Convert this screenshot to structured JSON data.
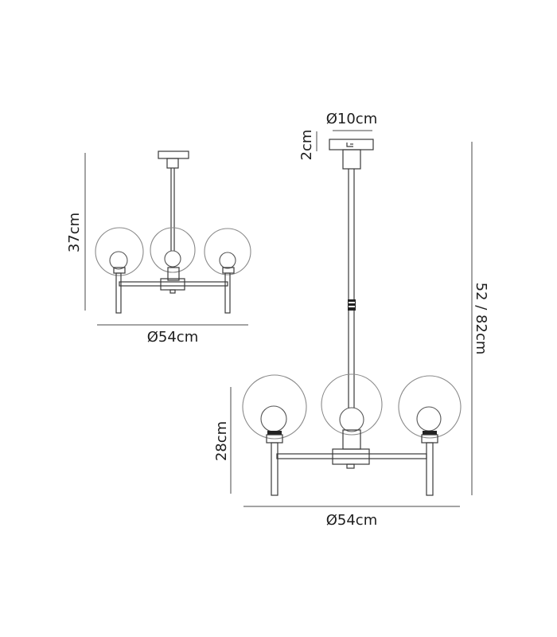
{
  "small_fixture": {
    "height_label": "37cm",
    "diameter_label": "Ø54cm"
  },
  "large_fixture": {
    "canopy_diameter_label": "Ø10cm",
    "canopy_height_label": "2cm",
    "drop_label": "52 / 82cm",
    "globe_height_label": "28cm",
    "diameter_label": "Ø54cm"
  },
  "colors": {
    "line": "#3a3a3a",
    "glass": "#8a8a8a",
    "text": "#1e1e1e"
  }
}
